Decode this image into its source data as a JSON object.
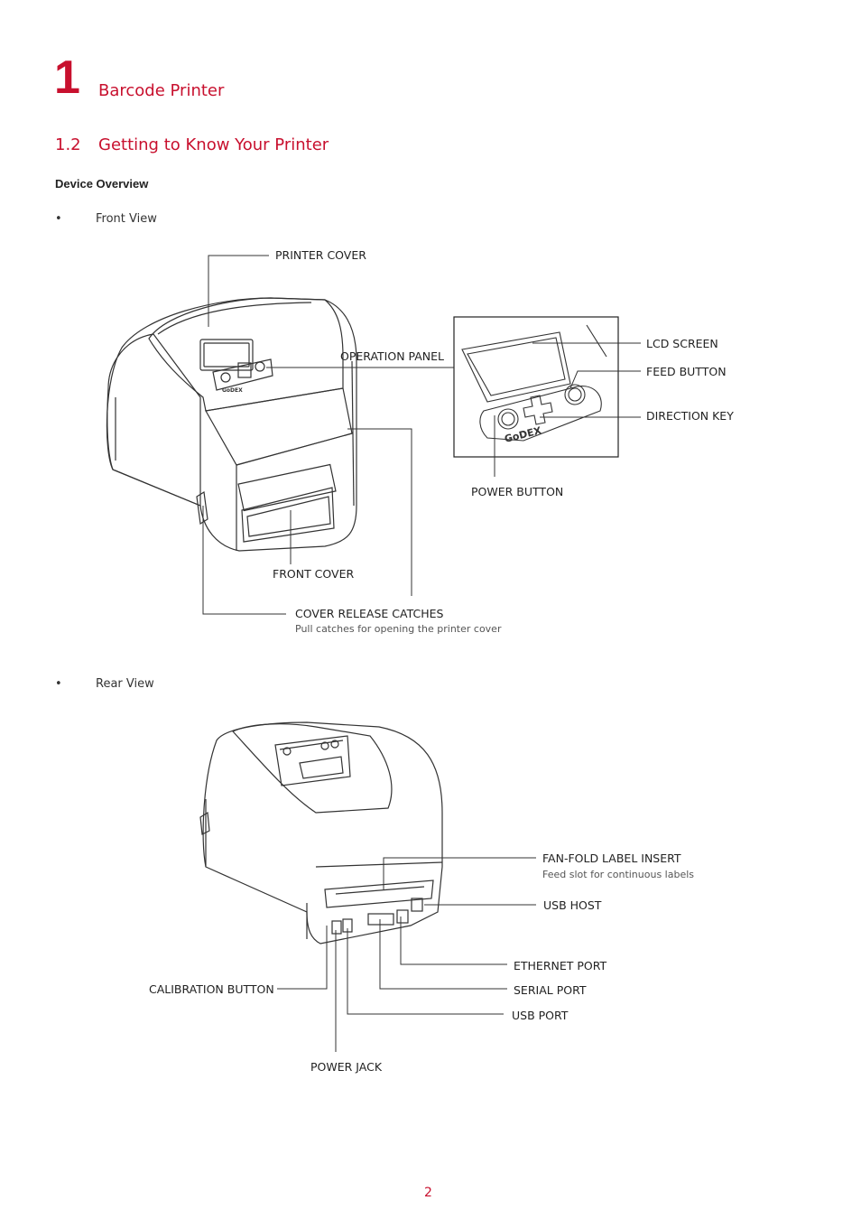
{
  "chapter": {
    "number": "1",
    "title": "Barcode Printer"
  },
  "section": {
    "number": "1.2",
    "title": "Getting to Know Your Printer"
  },
  "subheading": "Device Overview",
  "front_view": {
    "bullet": "Front View",
    "labels": {
      "printer_cover": "PRINTER COVER",
      "operation_panel": "OPERATION PANEL",
      "lcd_screen": "LCD SCREEN",
      "feed_button": "FEED BUTTON",
      "direction_key": "DIRECTION KEY",
      "power_button": "POWER BUTTON",
      "front_cover": "FRONT COVER",
      "cover_release_catches": "COVER RELEASE CATCHES",
      "cover_release_note": "Pull catches for opening the printer cover"
    }
  },
  "rear_view": {
    "bullet": "Rear View",
    "labels": {
      "fanfold": "FAN-FOLD LABEL INSERT",
      "fanfold_note": "Feed slot for continuous labels",
      "usb_host": "USB HOST",
      "ethernet": "ETHERNET PORT",
      "serial": "SERIAL PORT",
      "usb_port": "USB PORT",
      "calibration": "CALIBRATION BUTTON",
      "power_jack": "POWER JACK"
    }
  },
  "brand_logo": "GoDEX",
  "page_number": "2"
}
